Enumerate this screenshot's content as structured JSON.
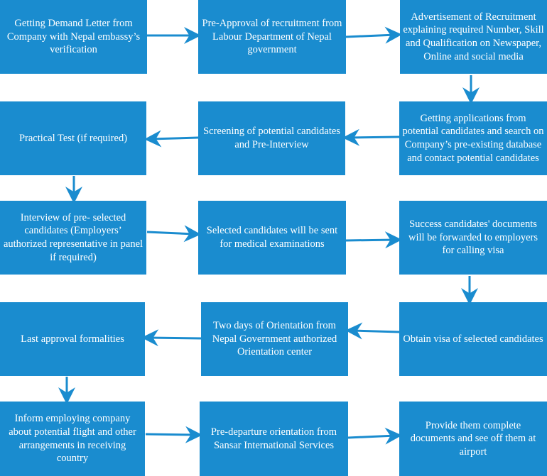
{
  "steps": [
    "Getting Demand Letter from Company with Nepal embassy’s verification",
    "Pre-Approval of recruitment from Labour Department of Nepal government",
    "Advertisement of Recruitment explaining required Number, Skill and Qualification on Newspaper, Online and social media",
    "Getting applications from potential candidates and search on Company’s pre-existing database and contact potential candidates",
    "Screening of potential candidates and Pre-Interview",
    "Practical Test (if required)",
    "Interview of pre- selected candidates (Employers’ authorized representative in panel if required)",
    "Selected candidates will be sent for medical examinations",
    "Success candidates' documents will be forwarded to employers for calling visa",
    "Obtain visa of selected candidates",
    "Two days of Orientation from Nepal Government authorized Orientation center",
    "Last approval formalities",
    "Inform employing company about potential flight and other arrangements in receiving country",
    "Pre-departure orientation from Sansar International Services",
    "Provide them complete documents and see off them at airport"
  ],
  "colors": {
    "box": "#1a8ccf",
    "arrow": "#1a8ccf",
    "text": "#ffffff"
  }
}
